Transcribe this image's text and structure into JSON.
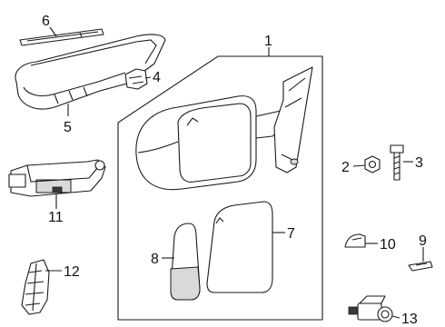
{
  "diagram": {
    "callouts": {
      "c1": "1",
      "c2": "2",
      "c3": "3",
      "c4": "4",
      "c5": "5",
      "c6": "6",
      "c7": "7",
      "c8": "8",
      "c9": "9",
      "c10": "10",
      "c11": "11",
      "c12": "12",
      "c13": "13"
    },
    "colors": {
      "line": "#1a1a1a",
      "shade": "#d9d9d9",
      "background": "#ffffff"
    }
  }
}
